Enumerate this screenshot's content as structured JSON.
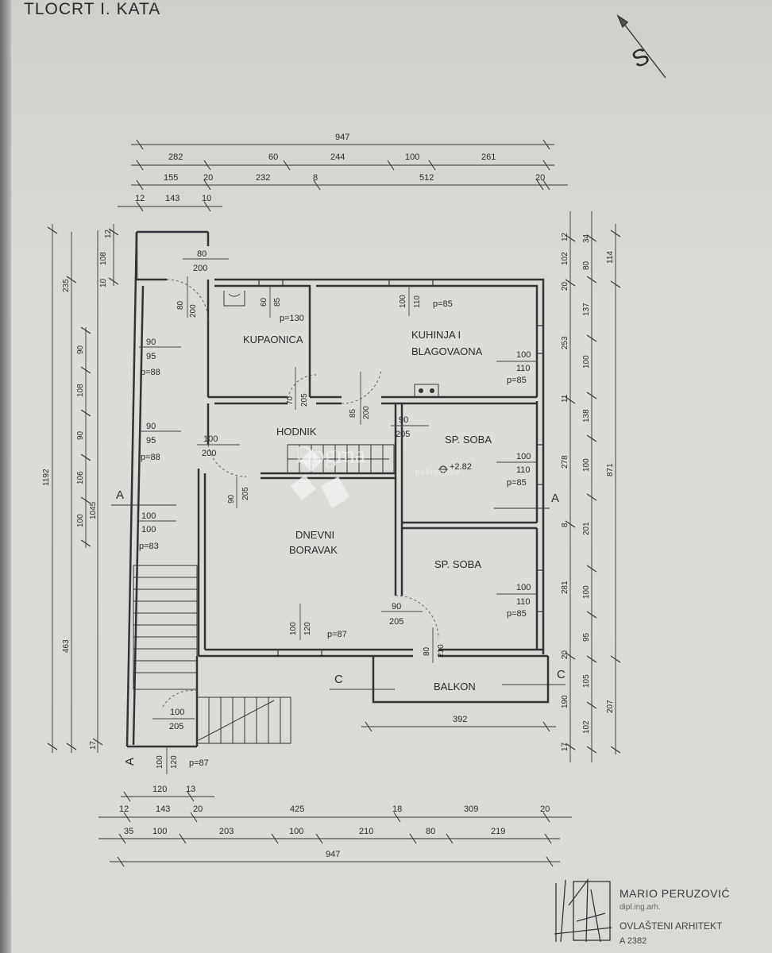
{
  "title": "TLOCRT I. KATA",
  "north_label": "S",
  "rooms": {
    "kupaonica": "KUPAONICA",
    "kuhinja_1": "KUHINJA I",
    "kuhinja_2": "BLAGOVAONA",
    "hodnik": "HODNIK",
    "soba_1": "SP. SOBA",
    "soba_2": "SP. SOBA",
    "dnevni_1": "DNEVNI",
    "dnevni_2": "BORAVAK",
    "balkon": "BALKON"
  },
  "sections": {
    "a": "A",
    "c": "C"
  },
  "elevation": "+2.82",
  "openings": {
    "o80": "80",
    "o200": "200",
    "o90": "90",
    "o95": "95",
    "o100": "100",
    "o110": "110",
    "o120": "120",
    "o205": "205",
    "o210": "210",
    "o60": "60",
    "o85": "85",
    "o70": "70"
  },
  "parapets": {
    "p130": "p=130",
    "p85": "p=85",
    "p88": "p=88",
    "p83": "p=83",
    "p87": "p=87"
  },
  "dims_top": {
    "r1": [
      "947"
    ],
    "r2": [
      "282",
      "60",
      "244",
      "100",
      "261"
    ],
    "r3": [
      "155",
      "20",
      "232",
      "8",
      "512",
      "20"
    ],
    "r4": [
      "12",
      "143",
      "10"
    ]
  },
  "dims_bottom": {
    "r1": [
      "120",
      "13"
    ],
    "r2": [
      "12",
      "143",
      "20",
      "425",
      "18",
      "309",
      "20"
    ],
    "r3": [
      "35",
      "100",
      "203",
      "100",
      "210",
      "80",
      "219"
    ],
    "r4": [
      "947"
    ],
    "balcony": "392"
  },
  "dims_left": {
    "outer": "1192",
    "c2": [
      "235",
      "463"
    ],
    "c3": [
      "90",
      "108",
      "90",
      "106",
      "100"
    ],
    "c4": [
      "10",
      "1045",
      "17"
    ],
    "c5": [
      "108",
      "12"
    ]
  },
  "dims_right": {
    "c1": [
      "12",
      "102",
      "20",
      "253",
      "11",
      "278",
      "8",
      "281",
      "20",
      "190",
      "17"
    ],
    "c2": [
      "34",
      "80",
      "137",
      "100",
      "138",
      "100",
      "201",
      "100",
      "95",
      "105",
      "102"
    ],
    "c3": [
      "114",
      "871",
      "207"
    ]
  },
  "watermark": {
    "name": "Dogma",
    "sub": "nekretnine"
  },
  "stamp": {
    "name": "MARIO PERUZOVIĆ",
    "degree": "dipl.ing.arh.",
    "role": "OVLAŠTENI ARHITEKT",
    "number": "A 2382"
  }
}
